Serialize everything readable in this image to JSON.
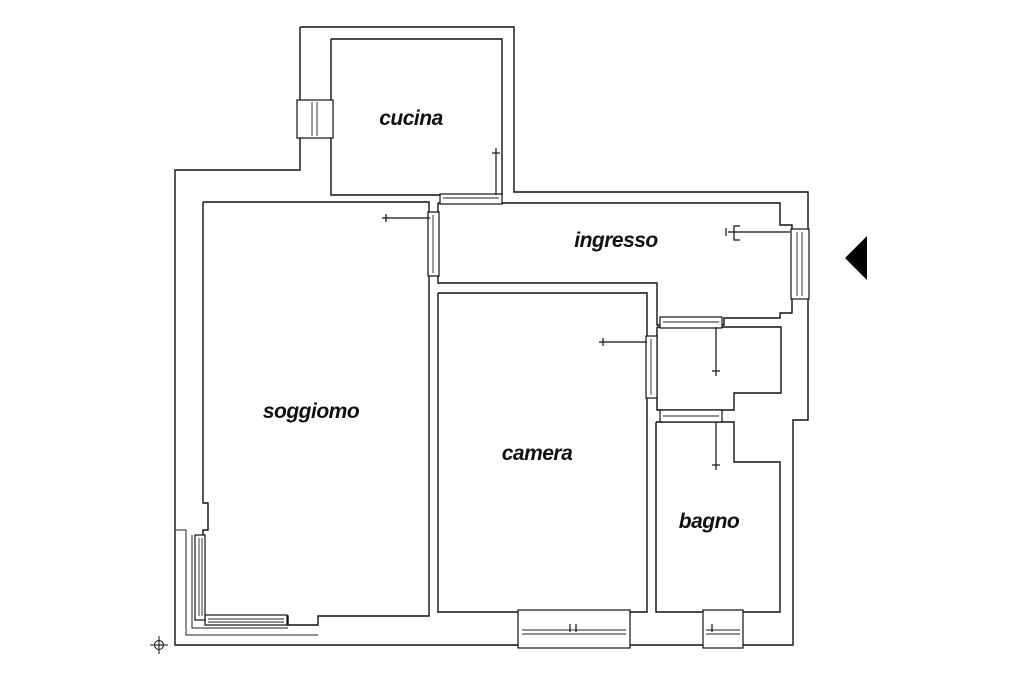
{
  "rooms": {
    "cucina": "cucina",
    "ingresso": "ingresso",
    "soggiorno": "soggiomo",
    "camera": "camera",
    "bagno": "bagno"
  },
  "colors": {
    "lines": "#111111",
    "background": "#ffffff",
    "arrow": "#000000"
  },
  "icons": {
    "entrance": "entrance-arrow-icon",
    "origin": "origin-crosshair-icon"
  }
}
